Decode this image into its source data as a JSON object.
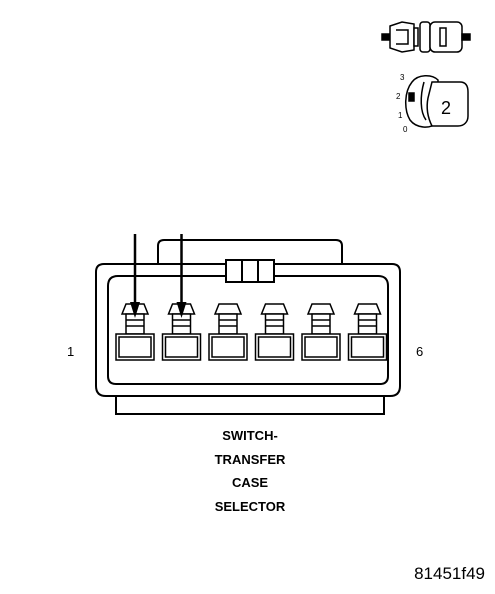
{
  "connector": {
    "pin_left": "1",
    "pin_right": "6",
    "cavity_count": 6,
    "arrow_cavities": [
      1,
      2
    ]
  },
  "title_lines": [
    "SWITCH-",
    "TRANSFER",
    "CASE",
    "SELECTOR"
  ],
  "figure_id": "81451f49",
  "legend": {
    "key_number": "2",
    "scale_labels": [
      "3",
      "2",
      "1",
      "0"
    ]
  }
}
